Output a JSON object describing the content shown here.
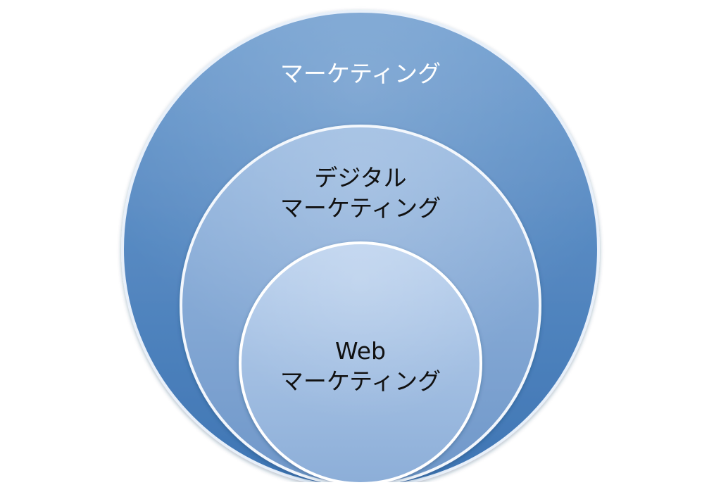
{
  "circles": {
    "outer": {
      "label": "マーケティング",
      "color_top": "#6f9dcf",
      "color_bottom": "#3e75b4"
    },
    "middle": {
      "label_line1": "デジタル",
      "label_line2": "マーケティング",
      "color_top": "#9bbbe1",
      "color_bottom": "#6f97c9"
    },
    "inner": {
      "label_line1": "Web",
      "label_line2": "マーケティング",
      "color_top": "#bcd2ee",
      "color_bottom": "#8caed8"
    }
  }
}
